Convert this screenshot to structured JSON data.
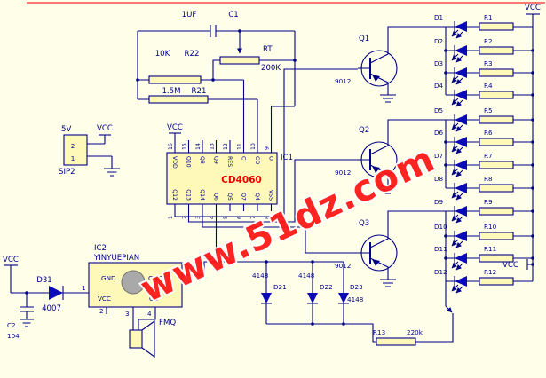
{
  "watermark": "www.51dz.com",
  "power": {
    "v5": "5V",
    "vcc": "VCC",
    "sip2_label": "SIP2",
    "pin_top": "2",
    "pin_bottom": "1"
  },
  "osc": {
    "c1_value": "1UF",
    "c1_ref": "C1",
    "r22_value": "10K",
    "r22_ref": "R22",
    "r21_value": "1.5M",
    "r21_ref": "R21",
    "rt_ref": "RT",
    "rt_value": "200K"
  },
  "ic1": {
    "ref": "IC1",
    "part": "CD4060",
    "vcc_label": "VCC",
    "top_pins": [
      {
        "num": "16",
        "name": "VDD"
      },
      {
        "num": "15",
        "name": "Q10"
      },
      {
        "num": "14",
        "name": "Q8"
      },
      {
        "num": "13",
        "name": "Q9"
      },
      {
        "num": "12",
        "name": "RES"
      },
      {
        "num": "11",
        "name": "CI"
      },
      {
        "num": "10",
        "name": "CO"
      },
      {
        "num": "9",
        "name": "O"
      }
    ],
    "bottom_pins": [
      {
        "num": "1",
        "name": "Q12"
      },
      {
        "num": "2",
        "name": "Q13"
      },
      {
        "num": "3",
        "name": "Q14"
      },
      {
        "num": "4",
        "name": "Q6"
      },
      {
        "num": "5",
        "name": "Q5"
      },
      {
        "num": "6",
        "name": "Q7"
      },
      {
        "num": "7",
        "name": "Q4"
      },
      {
        "num": "8",
        "name": "VSS"
      }
    ]
  },
  "ic2": {
    "ref": "IC2",
    "part": "YINYUEPIAN",
    "gnd1": "GND",
    "gnd2": "GND",
    "vcc": "VCC",
    "out": "O1",
    "pins": [
      "1",
      "2",
      "3",
      "4"
    ],
    "speaker": "FMQ"
  },
  "input": {
    "vcc": "VCC",
    "d31_ref": "D31",
    "d31_value": "4007",
    "c2_ref": "C2",
    "c2_value": "104"
  },
  "drivers": [
    {
      "ref": "Q1",
      "value": "9012"
    },
    {
      "ref": "Q2",
      "value": "9012"
    },
    {
      "ref": "Q3",
      "value": "9012"
    }
  ],
  "led_bank": {
    "vcc_top": "VCC",
    "vcc_mid": "VCC",
    "rows": [
      {
        "d": "D1",
        "r": "R1"
      },
      {
        "d": "D2",
        "r": "R2"
      },
      {
        "d": "D3",
        "r": "R3"
      },
      {
        "d": "D4",
        "r": "R4"
      },
      {
        "d": "D5",
        "r": "R5"
      },
      {
        "d": "D6",
        "r": "R6"
      },
      {
        "d": "D7",
        "r": "R7"
      },
      {
        "d": "D8",
        "r": "R8"
      },
      {
        "d": "D9",
        "r": "R9"
      },
      {
        "d": "D10",
        "r": "R10"
      },
      {
        "d": "D11",
        "r": "R11"
      },
      {
        "d": "D12",
        "r": "R12"
      }
    ]
  },
  "bottom": {
    "diodes": [
      {
        "ref": "D21",
        "value": "4148"
      },
      {
        "ref": "D22",
        "value": "4148"
      },
      {
        "ref": "D23",
        "value": "4148"
      }
    ],
    "r13_ref": "R13",
    "r13_value": "220k"
  }
}
